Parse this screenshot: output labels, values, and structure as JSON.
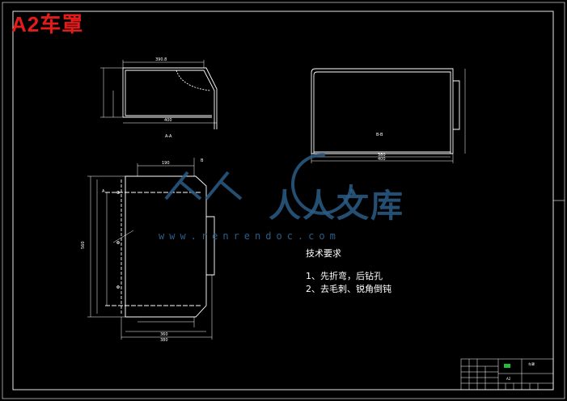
{
  "document": {
    "title": "A2车罩",
    "watermark_text": "人人文库",
    "watermark_url": "www.renrendoc.com"
  },
  "technical_requirements": {
    "title": "技术要求",
    "notes": [
      "1、先折弯，后钻孔",
      "2、去毛刺、锐角倒钝"
    ]
  },
  "views": {
    "side_view_label": "A-A",
    "front_view_label": "B-B",
    "plan_view_marker": "B",
    "section_marker": "A"
  },
  "dimensions": {
    "side_top": "390.8",
    "side_bottom": "400",
    "front_inner": "380",
    "front_outer": "400",
    "plan_top": "190",
    "plan_bottom_inner": "360",
    "plan_bottom_outer": "380",
    "plan_height": "560"
  },
  "title_block": {
    "name": "车罩",
    "part_no": "A2"
  },
  "colors": {
    "background": "#000000",
    "line": "#ffffff",
    "title": "#e21b1b",
    "watermark": "#2c5d86",
    "title_block_accent": "#1fbf3a"
  }
}
